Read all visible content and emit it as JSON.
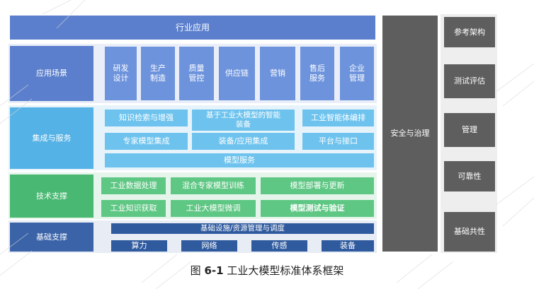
{
  "industry_app": "行业应用",
  "rows": {
    "scenario": "应用场景",
    "integration": "集成与服务",
    "tech": "技术支撑",
    "base": "基础支撑"
  },
  "scenarios": [
    "研发\n设计",
    "生产\n制造",
    "质量\n管控",
    "供应链",
    "营销",
    "售后\n服务",
    "企业\n管理"
  ],
  "integration": {
    "knowledge_search": "知识检索与增强",
    "agent": "基于工业大模型的智能\n装备",
    "agent_orchestration": "工业智能体编排",
    "expert_model": "专家模型集成",
    "equipment_app": "装备/应用集成",
    "platform": "平台与接口",
    "model_service": "模型服务"
  },
  "tech": {
    "data_processing": "工业数据处理",
    "mixed_training": "混合专家模型训练",
    "deploy_update": "模型部署与更新",
    "knowledge_acquire": "工业知识获取",
    "finetune": "工业大模型微调",
    "test_verify": "模型测试与验证"
  },
  "base": {
    "infra": "基础设施/资源管理与调度",
    "items": [
      "算力",
      "网络",
      "传感",
      "装备"
    ]
  },
  "security": "安全与治理",
  "side": [
    "参考架构",
    "测试评估",
    "管理",
    "可靠性",
    "基础共性"
  ],
  "caption": {
    "prefix": "图 ",
    "number": "6-1",
    "title": " 工业大模型标准体系框架"
  },
  "colors": {
    "blue": "#5b7fcc",
    "cyan": "#55b2e6",
    "green": "#49b872",
    "navy": "#3a63a8",
    "gray": "#5e5e5e"
  }
}
